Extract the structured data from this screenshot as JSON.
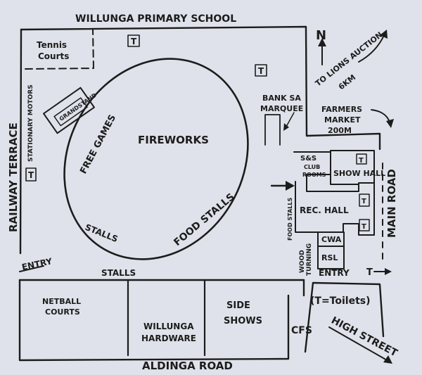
{
  "streets": {
    "north": "WILLUNGA PRIMARY SCHOOL",
    "west": "RAILWAY TERRACE",
    "south": "ALDINGA ROAD",
    "east": "MAIN ROAD",
    "high_street": "HIGH STREET"
  },
  "north_label": "N",
  "areas": {
    "tennis": [
      "Tennis",
      "Courts"
    ],
    "grandstand": "GRANDSTAND",
    "stationary": "STATIONARY MOTORS",
    "free_games": "FREE GAMES",
    "fireworks": "FIREWORKS",
    "food_stalls": "FOOD STALLS",
    "stalls_oval": "STALLS",
    "stalls_south": "STALLS",
    "bank": [
      "BANK SA",
      "MARQUEE"
    ],
    "club": [
      "S&S",
      "CLUB",
      "ROOMS"
    ],
    "show_hall": "SHOW HALL",
    "rec_hall": "REC. HALL",
    "food_stalls_small": "FOOD STALLS",
    "wood": [
      "WOOD",
      "TURNING"
    ],
    "cwa": "CWA",
    "rsl": "RSL",
    "netball": [
      "NETBALL",
      "COURTS"
    ],
    "hardware": [
      "WILLUNGA",
      "HARDWARE"
    ],
    "side_shows": [
      "SIDE",
      "SHOWS"
    ],
    "cfs": "CFS"
  },
  "notes": {
    "lions": [
      "TO LIONS AUCTION",
      "6KM"
    ],
    "farmers": [
      "FARMERS",
      "MARKET",
      "200M"
    ],
    "entry_west": "ENTRY",
    "entry_east": "ENTRY",
    "toilets_legend": "(T=Toilets)"
  },
  "toilet_symbol": "T"
}
